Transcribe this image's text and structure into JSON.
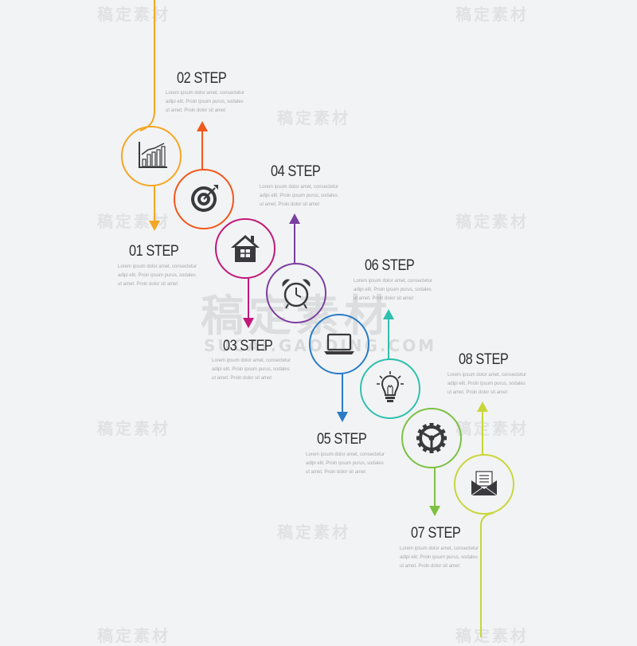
{
  "watermark": {
    "text": "稿定素材",
    "url": "SUCAI.GAODING.COM"
  },
  "description": "Lorem ipsum dolor amet, consectetur adipi elit. Proin ipsum purus, sodales ut amet. Proin dolor sit amet",
  "steps": [
    {
      "label": "01 STEP",
      "color": "#f5a623",
      "icon": "bar-chart-icon"
    },
    {
      "label": "02 STEP",
      "color": "#f2571b",
      "icon": "target-icon"
    },
    {
      "label": "03 STEP",
      "color": "#c2187a",
      "icon": "house-icon"
    },
    {
      "label": "04 STEP",
      "color": "#7b3fa0",
      "icon": "alarm-clock-icon"
    },
    {
      "label": "05 STEP",
      "color": "#2a7cc7",
      "icon": "laptop-icon"
    },
    {
      "label": "06 STEP",
      "color": "#2fbfae",
      "icon": "lightbulb-icon"
    },
    {
      "label": "07 STEP",
      "color": "#7cc142",
      "icon": "gear-icon"
    },
    {
      "label": "08 STEP",
      "color": "#c9d63a",
      "icon": "envelope-icon"
    }
  ]
}
